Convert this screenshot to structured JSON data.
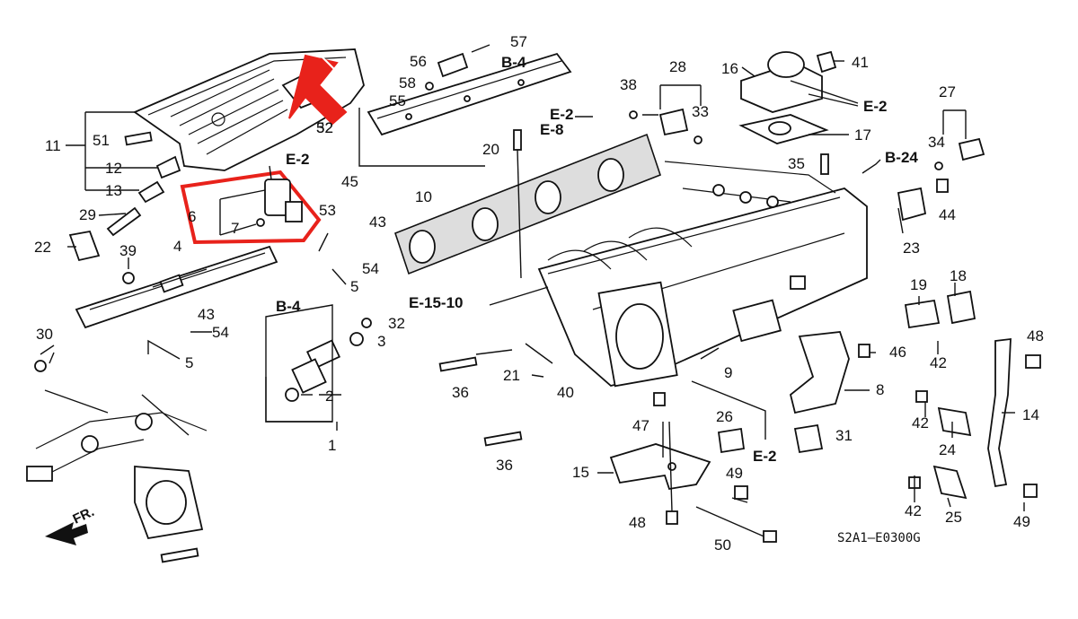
{
  "diagram": {
    "drawing_code": "S2A1—E0300G",
    "front_label": "FR.",
    "colors": {
      "highlight": "#e8221b",
      "ink": "#111111",
      "background": "#ffffff"
    },
    "reference_labels": [
      "E-2",
      "B-4",
      "E-2",
      "E-8",
      "B-24",
      "E-2",
      "B-4",
      "E-15-10",
      "E-2"
    ],
    "part_numbers": [
      "1",
      "2",
      "3",
      "4",
      "5",
      "5",
      "6",
      "7",
      "8",
      "9",
      "10",
      "11",
      "12",
      "13",
      "14",
      "15",
      "16",
      "17",
      "18",
      "19",
      "20",
      "21",
      "22",
      "23",
      "24",
      "25",
      "26",
      "27",
      "28",
      "29",
      "30",
      "31",
      "32",
      "32",
      "33",
      "34",
      "35",
      "36",
      "36",
      "38",
      "39",
      "40",
      "41",
      "42",
      "42",
      "42",
      "43",
      "43",
      "44",
      "45",
      "46",
      "47",
      "48",
      "48",
      "49",
      "49",
      "50",
      "51",
      "52",
      "53",
      "54",
      "54",
      "55",
      "56",
      "57",
      "58"
    ]
  }
}
